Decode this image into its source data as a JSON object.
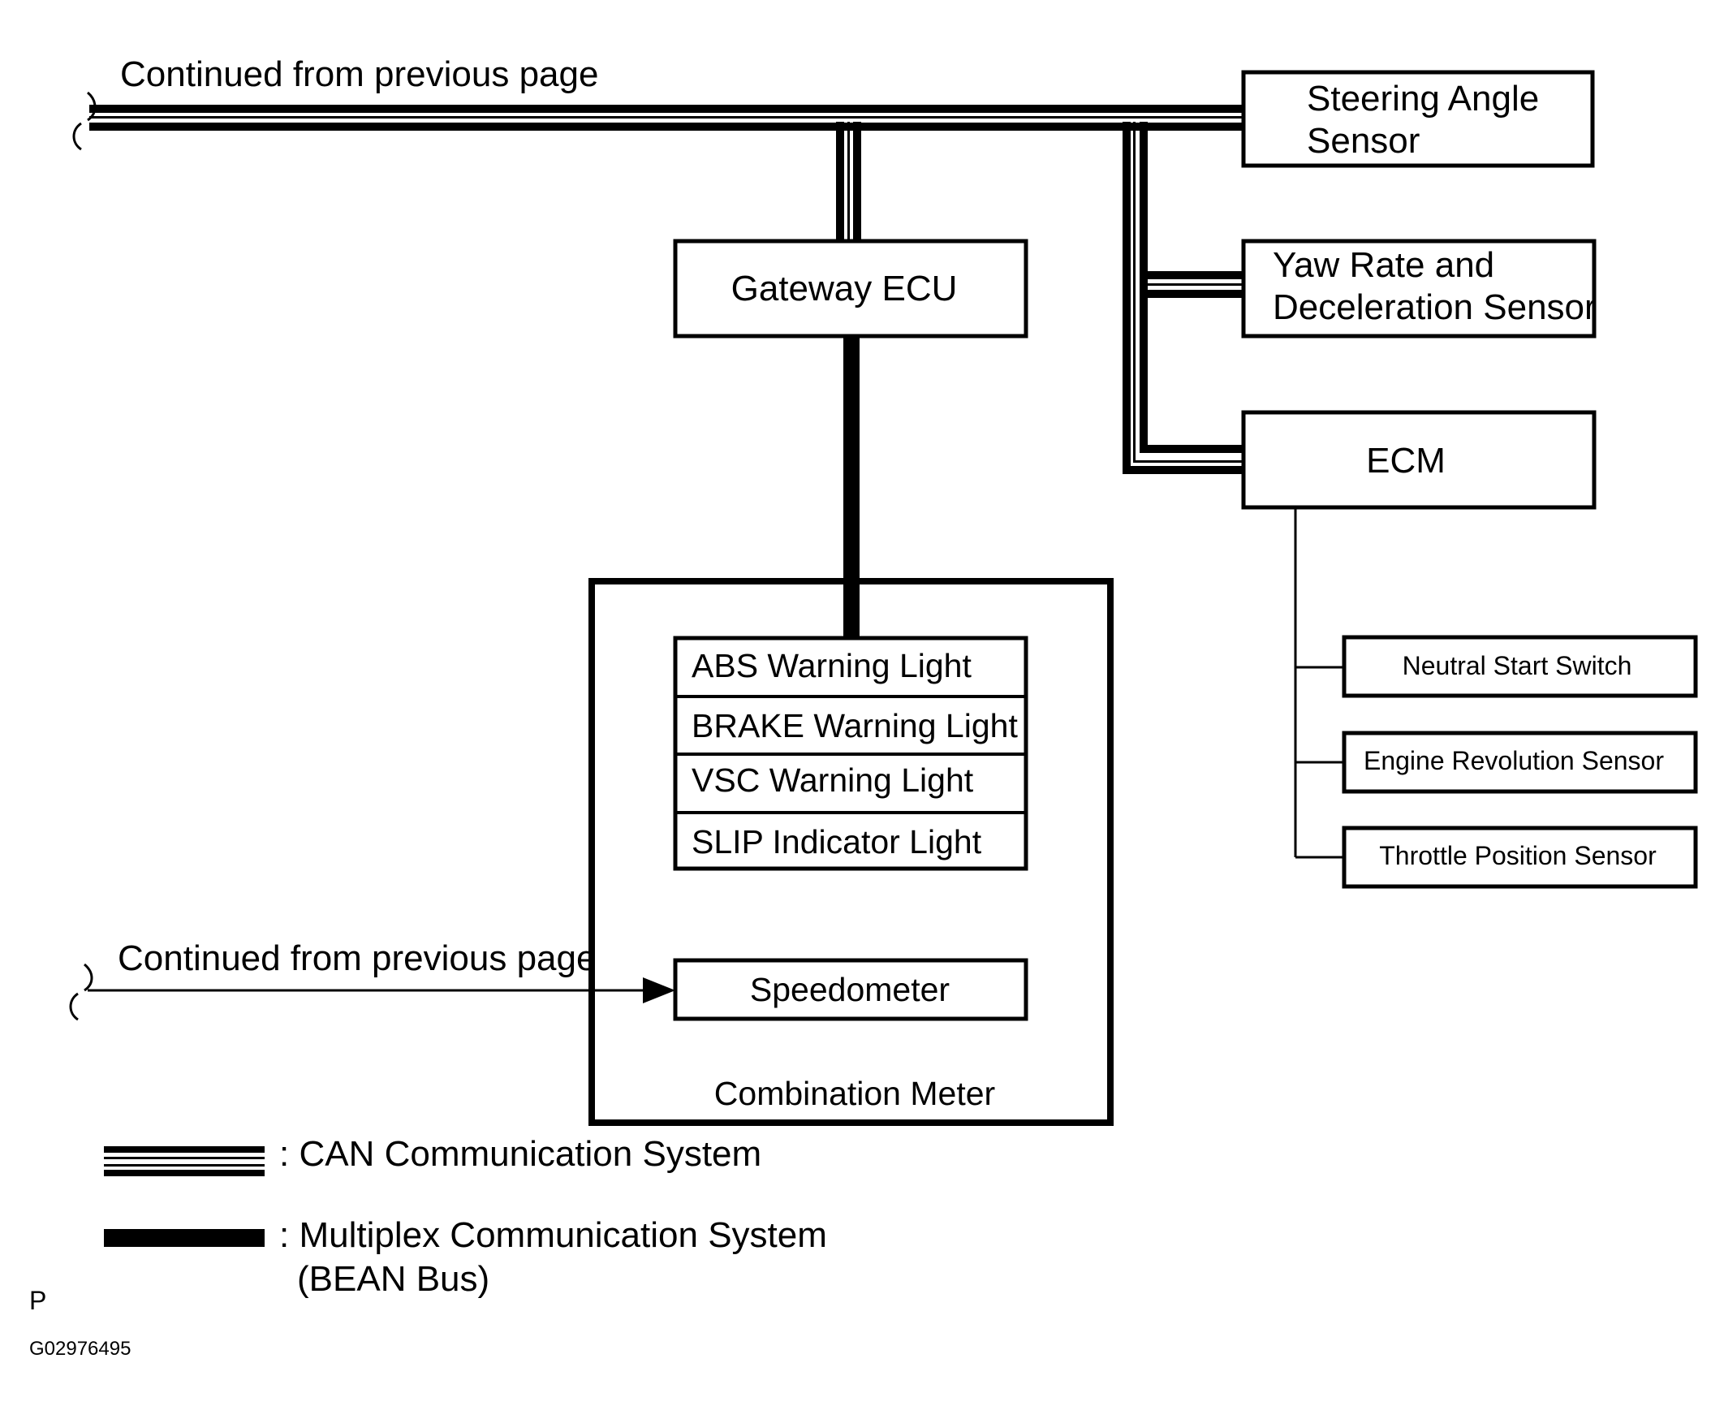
{
  "continuation_top": "Continued from previous page",
  "continuation_bottom": "Continued from previous page",
  "nodes": {
    "steering_angle_sensor": [
      "Steering Angle",
      "Sensor"
    ],
    "gateway_ecu": "Gateway ECU",
    "yaw_rate_sensor": [
      "Yaw Rate and",
      "Deceleration Sensor"
    ],
    "ecm": "ECM",
    "neutral_start_switch": "Neutral Start Switch",
    "engine_revolution_sensor": "Engine Revolution Sensor",
    "throttle_position_sensor": "Throttle Position Sensor",
    "combination_meter": {
      "label": "Combination Meter",
      "lights": [
        "ABS Warning Light",
        "BRAKE Warning Light",
        "VSC Warning Light",
        "SLIP Indicator Light"
      ],
      "speedometer": "Speedometer"
    }
  },
  "legend": {
    "can": ": CAN Communication System",
    "multiplex": [
      ": Multiplex Communication System",
      "(BEAN Bus)"
    ]
  },
  "footer": {
    "letter": "P",
    "code": "G02976495"
  }
}
